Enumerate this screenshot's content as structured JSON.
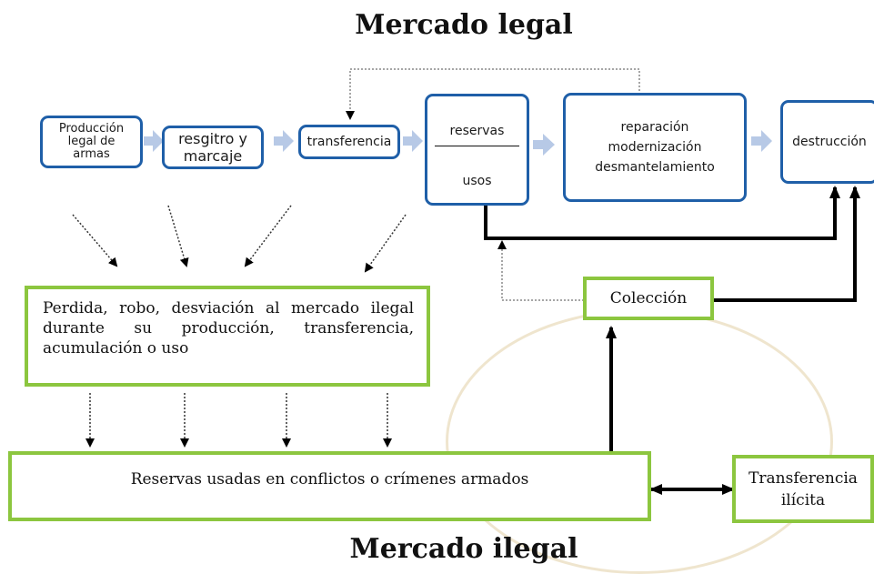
{
  "titles": {
    "legal": "Mercado legal",
    "illegal": "Mercado ilegal"
  },
  "legal_chain": {
    "produccion": "Producción legal de armas",
    "registro": "resgitro y marcaje",
    "transferencia": "transferencia",
    "reservas": "reservas",
    "usos": "usos",
    "reparacion": [
      "reparación",
      "modernización",
      "desmantelamiento"
    ],
    "destruccion": "destrucción"
  },
  "illegal_boxes": {
    "perdida": "Perdida, robo, desviación al mercado ilegal durante su producción, transferencia, acumulación o uso",
    "reservas_conflictos": "Reservas usadas en conflictos o crímenes armados",
    "coleccion": "Colección",
    "transferencia_ilicita": "Transferencia ilícita"
  },
  "colors": {
    "legal_box_border": "#1f5fa8",
    "illegal_box_border": "#8cc63f",
    "flow_arrow": "#b7c9e6",
    "connector": "#000000",
    "dotted_connector": "#888888"
  }
}
